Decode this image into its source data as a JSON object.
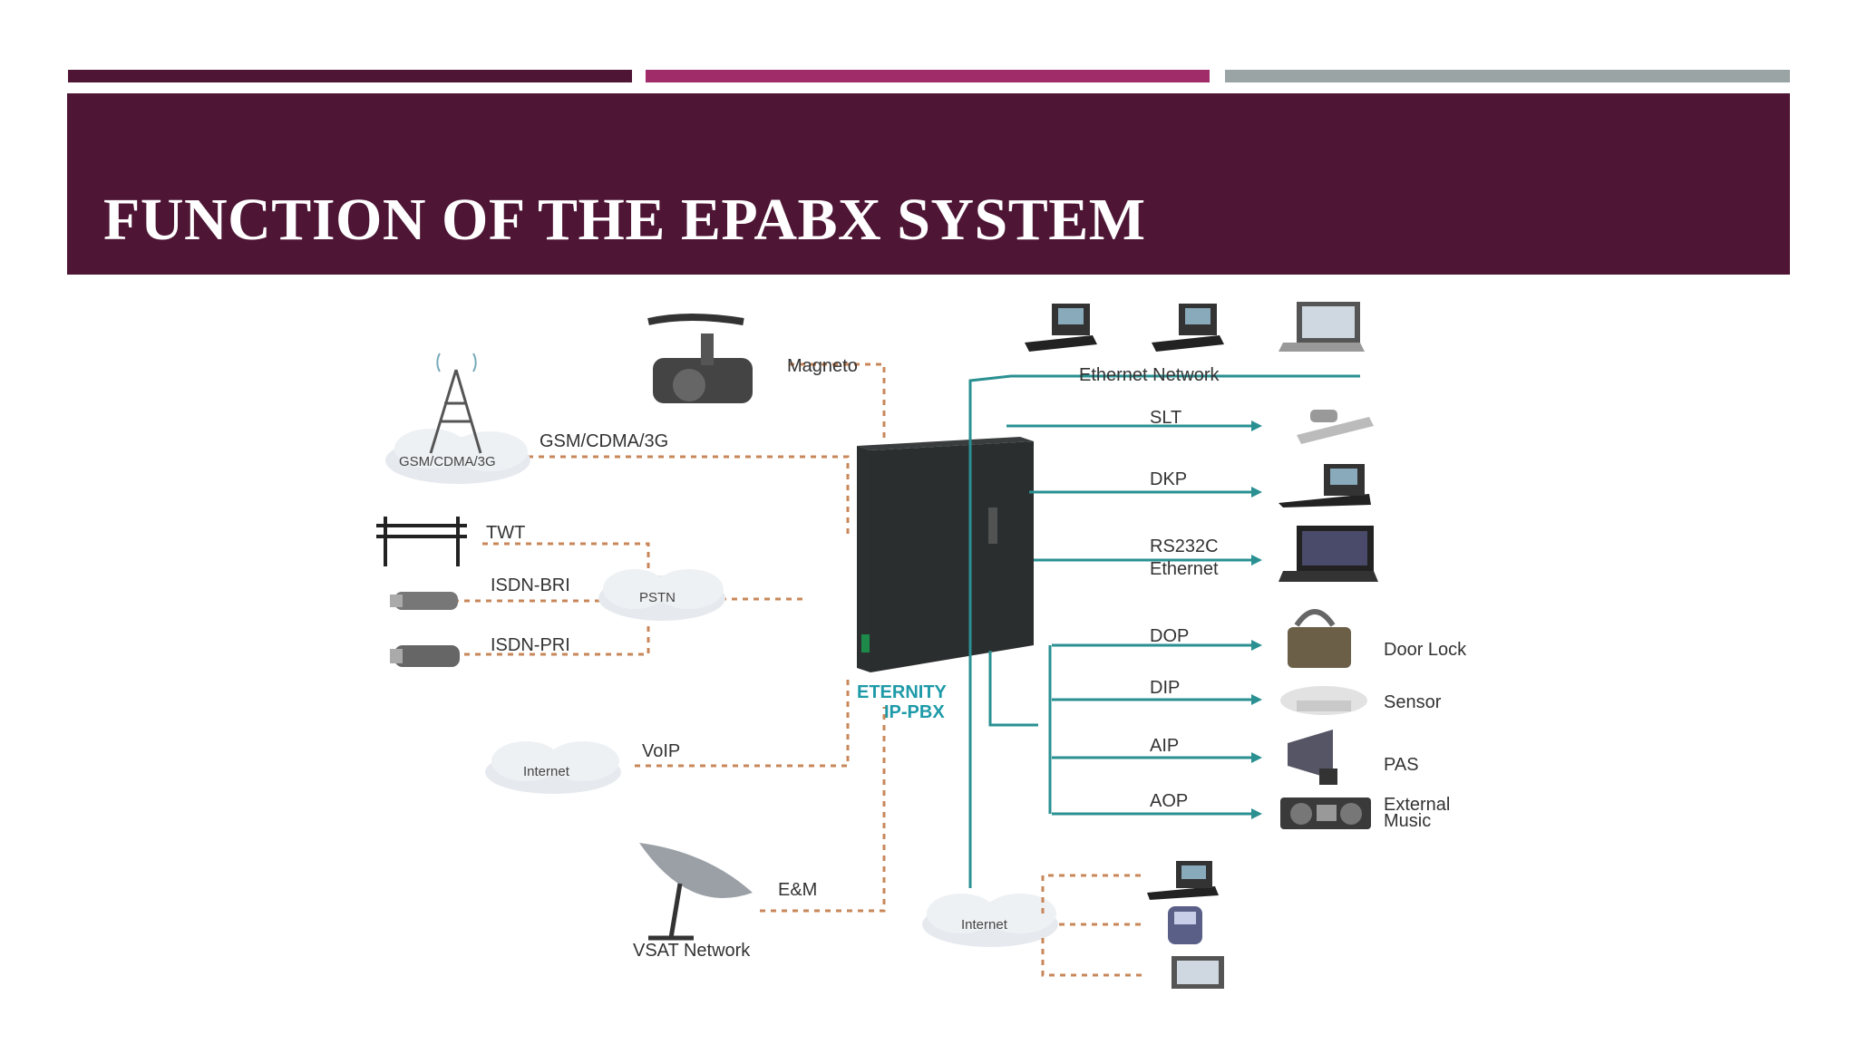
{
  "slide": {
    "title": "FUNCTION OF THE EPABX SYSTEM",
    "colors": {
      "title_band": "#4e1535",
      "bar_1": "#4e1535",
      "bar_2": "#a02c6a",
      "bar_3": "#9aa4a5",
      "connector_teal": "#2a9092",
      "connector_dashed": "#c8875a"
    }
  },
  "diagram": {
    "center": {
      "line1": "ETERNITY",
      "line2": "IP-PBX"
    },
    "left": {
      "magneto": "Magneto",
      "gsm_link": "GSM/CDMA/3G",
      "gsm_cloud": "GSM/CDMA/3G",
      "twt": "TWT",
      "isdn_bri": "ISDN-BRI",
      "isdn_pri": "ISDN-PRI",
      "pstn": "PSTN",
      "voip": "VoIP",
      "internet": "Internet",
      "em": "E&M",
      "vsat": "VSAT Network"
    },
    "right": {
      "ethernet_network": "Ethernet Network",
      "slt": "SLT",
      "dkp": "DKP",
      "rs232c": "RS232C",
      "ethernet": "Ethernet",
      "dop": "DOP",
      "dip": "DIP",
      "aip": "AIP",
      "aop": "AOP",
      "door_lock": "Door Lock",
      "sensor": "Sensor",
      "pas": "PAS",
      "external_1": "External",
      "external_2": "Music",
      "internet_bottom": "Internet"
    }
  }
}
